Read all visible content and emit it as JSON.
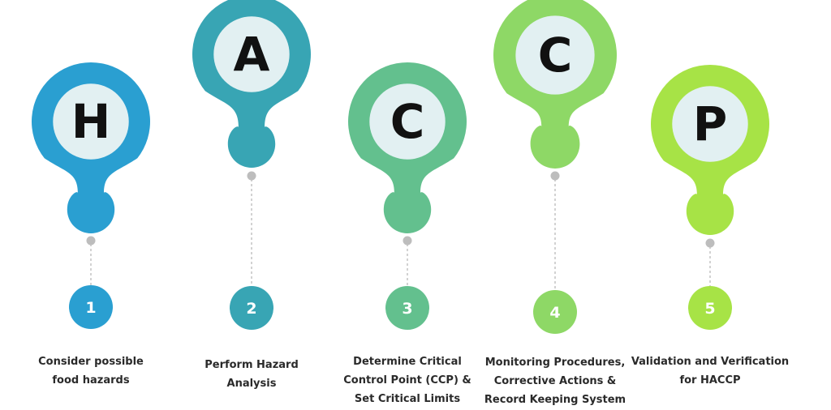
{
  "colors": {
    "step1": "#2a9fd1",
    "step2": "#38a5b4",
    "step3": "#63c08e",
    "step4": "#8ed866",
    "step5": "#a7e346",
    "connector_dot": "#bdbdbd",
    "connector_line": "#c4c4c4",
    "letter_circle": "#e2f0f2",
    "letter_text": "#111111"
  },
  "steps": [
    {
      "letter": "H",
      "number": "1",
      "description_lines": [
        "Consider possible",
        "food hazards"
      ]
    },
    {
      "letter": "A",
      "number": "2",
      "description_lines": [
        "Perform Hazard",
        "Analysis"
      ]
    },
    {
      "letter": "C",
      "number": "3",
      "description_lines": [
        "Determine Critical",
        "Control Point (CCP) &",
        "Set Critical Limits"
      ]
    },
    {
      "letter": "C",
      "number": "4",
      "description_lines": [
        "Monitoring Procedures,",
        "Corrective Actions &",
        "Record Keeping System"
      ]
    },
    {
      "letter": "P",
      "number": "5",
      "description_lines": [
        "Validation and Verification",
        "for HACCP"
      ]
    }
  ]
}
